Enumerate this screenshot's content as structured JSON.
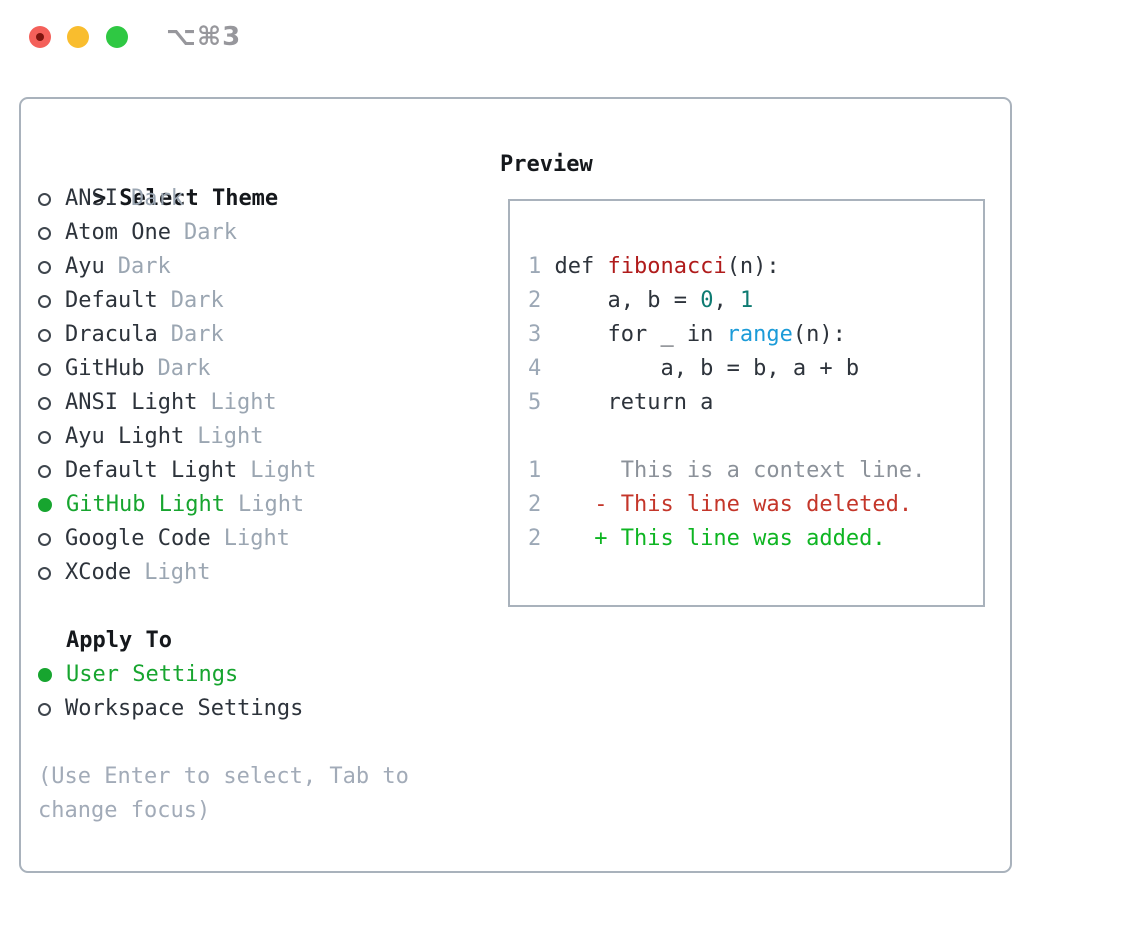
{
  "titlebar": {
    "shortcut": "⌥⌘3"
  },
  "colors": {
    "accent_green": "#17a52f",
    "traffic_red": "#f4605a",
    "traffic_yellow": "#f9bd2e",
    "traffic_green": "#2fc843",
    "code_red": "#b01b1b",
    "code_teal": "#0e7b72",
    "code_blue": "#1b9bd8",
    "diff_red": "#c4362a",
    "diff_green": "#0eb522",
    "border_gray": "#a9b2bc"
  },
  "theme_selector": {
    "prompt_char": ">",
    "title": "Select Theme",
    "items": [
      {
        "name": "ANSI",
        "variant": "Dark",
        "selected": false
      },
      {
        "name": "Atom One",
        "variant": "Dark",
        "selected": false
      },
      {
        "name": "Ayu",
        "variant": "Dark",
        "selected": false
      },
      {
        "name": "Default",
        "variant": "Dark",
        "selected": false
      },
      {
        "name": "Dracula",
        "variant": "Dark",
        "selected": false
      },
      {
        "name": "GitHub",
        "variant": "Dark",
        "selected": false
      },
      {
        "name": "ANSI Light",
        "variant": "Light",
        "selected": false
      },
      {
        "name": "Ayu Light",
        "variant": "Light",
        "selected": false
      },
      {
        "name": "Default Light",
        "variant": "Light",
        "selected": false
      },
      {
        "name": "GitHub Light",
        "variant": "Light",
        "selected": true
      },
      {
        "name": "Google Code",
        "variant": "Light",
        "selected": false
      },
      {
        "name": "XCode",
        "variant": "Light",
        "selected": false
      }
    ],
    "apply_to": {
      "title": "Apply To",
      "options": [
        {
          "label": "User Settings",
          "selected": true
        },
        {
          "label": "Workspace Settings",
          "selected": false
        }
      ]
    },
    "hint_lines": [
      "(Use Enter to select, Tab to",
      "change focus)"
    ]
  },
  "preview": {
    "title": "Preview",
    "code_lines": [
      {
        "num": "1",
        "tokens": [
          [
            "def ",
            "plain"
          ],
          [
            "fibonacci",
            "function"
          ],
          [
            "(n):",
            "plain"
          ]
        ]
      },
      {
        "num": "2",
        "tokens": [
          [
            "    a, b = ",
            "plain"
          ],
          [
            "0",
            "number"
          ],
          [
            ", ",
            "plain"
          ],
          [
            "1",
            "number"
          ]
        ]
      },
      {
        "num": "3",
        "tokens": [
          [
            "    for _ in ",
            "plain"
          ],
          [
            "range",
            "builtin"
          ],
          [
            "(n):",
            "plain"
          ]
        ]
      },
      {
        "num": "4",
        "tokens": [
          [
            "        a, b = b, a + b",
            "plain"
          ]
        ]
      },
      {
        "num": "5",
        "tokens": [
          [
            "    return a",
            "plain"
          ]
        ]
      },
      {
        "num": "",
        "tokens": []
      },
      {
        "num": "1",
        "tokens": [
          [
            "     This is a context line.",
            "context"
          ]
        ]
      },
      {
        "num": "2",
        "tokens": [
          [
            "   - This line was deleted.",
            "deleted"
          ]
        ]
      },
      {
        "num": "2",
        "tokens": [
          [
            "   + This line was added.",
            "added"
          ]
        ]
      }
    ]
  }
}
